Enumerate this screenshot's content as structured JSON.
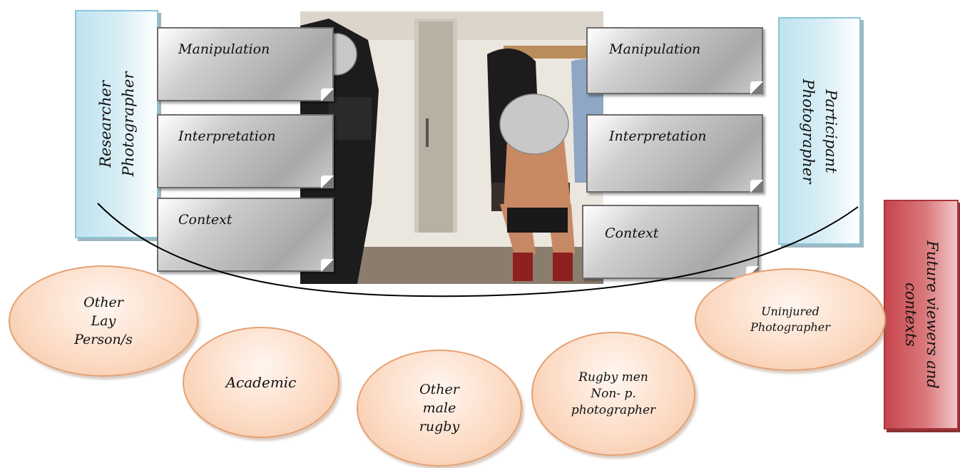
{
  "researcher_box": {
    "lines": [
      "Researcher",
      "Photographer"
    ]
  },
  "participant_box": {
    "lines": [
      "Participant",
      "Photographer"
    ]
  },
  "future_box": {
    "lines": [
      "Future viewers and",
      "contexts"
    ]
  },
  "left_notes": [
    "Manipulation",
    "Interpretation",
    "Context"
  ],
  "right_notes": [
    "Manipulation",
    "Interpretation",
    "Context"
  ],
  "audiences": [
    {
      "lines": [
        "Other",
        "Lay",
        "Person/s"
      ]
    },
    {
      "lines": [
        "Academic"
      ]
    },
    {
      "lines": [
        "Other",
        "male",
        "rugby"
      ]
    },
    {
      "lines": [
        "Rugby men",
        "Non- p.",
        "photographer"
      ]
    },
    {
      "lines": [
        "Uninjured",
        "Photographer"
      ]
    }
  ],
  "colors": {
    "blue_box": "#bfe3ef",
    "red_box": "#c6454b",
    "ellipse_fill": "#fcdcc6",
    "note_grey": "#a8a8a8"
  }
}
